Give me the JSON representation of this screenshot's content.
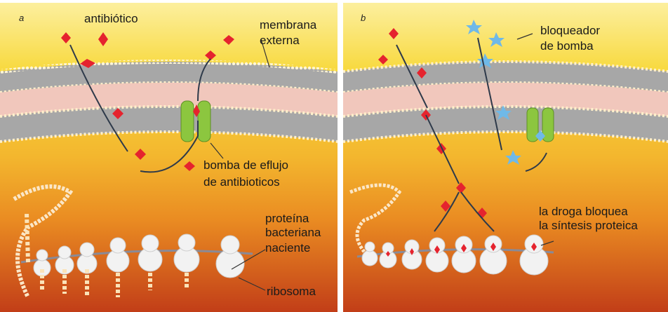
{
  "colors": {
    "sky_top": "#fbe88a",
    "outer_yellow": "#f7d63b",
    "membrane_gray": "#a9a9a9",
    "periplasm_pink": "#f3c6c0",
    "cytoplasm_orange": "#e88a1e",
    "cytoplasm_deep": "#c2421a",
    "drug_red": "#e5232e",
    "blocker_blue": "#6fb9e8",
    "pump_green": "#8ac43f",
    "ribosome_white": "#f4f4f4",
    "arrow_dark": "#2e3a4a"
  },
  "panel_a": {
    "letter": "a",
    "labels": {
      "antibiotic": "antibiótico",
      "outer_membrane_1": "membrana",
      "outer_membrane_2": "externa",
      "pump_1": "bomba de eflujo",
      "pump_2": "de antibioticos",
      "protein_1": "proteína",
      "protein_2": "bacteriana",
      "protein_3": "naciente",
      "ribosome": "ribosoma"
    }
  },
  "panel_b": {
    "letter": "b",
    "labels": {
      "blocker_1": "bloqueador",
      "blocker_2": "de bomba",
      "synthesis_1": "la droga bloquea",
      "synthesis_2": "la síntesis proteica"
    }
  }
}
